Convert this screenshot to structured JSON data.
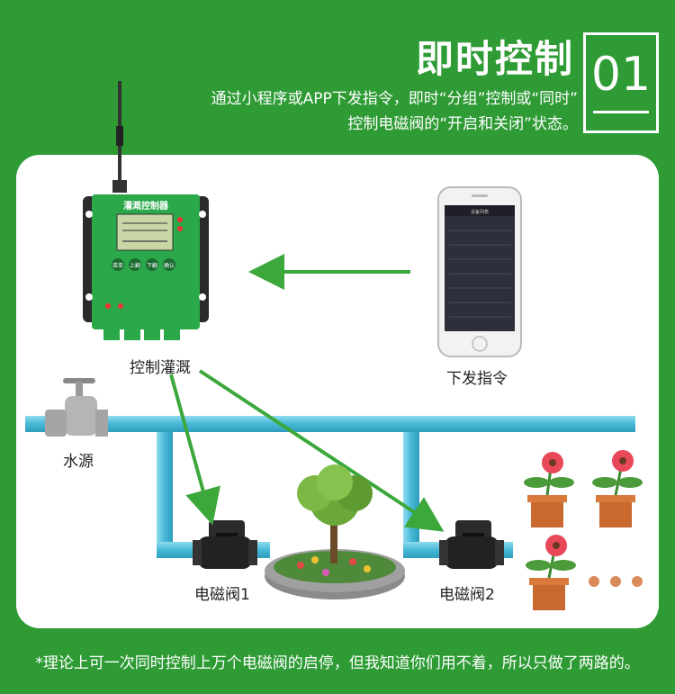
{
  "header": {
    "title": "即时控制",
    "badge_number": "01",
    "desc_line1": "通过小程序或APP下发指令，即时“分组”控制或“同时”",
    "desc_line2": "控制电磁阀的“开启和关闭”状态。"
  },
  "controller": {
    "name": "灌溉控制器",
    "buttons": [
      "菜单",
      "上翻",
      "下翻",
      "确认"
    ],
    "label": "控制灌溉"
  },
  "phone": {
    "label": "下发指令",
    "screen_title": "设备列表"
  },
  "water_source_label": "水源",
  "valves": [
    "电磁阀1",
    "电磁阀2"
  ],
  "footer_note": "*理论上可一次同时控制上万个电磁阀的启停，但我知道你们用不着，所以只做了两路的。",
  "colors": {
    "background": "#2e9b35",
    "pipe": "#5cc6e0",
    "arrow": "#3ca83c",
    "controller_green": "#2aa84a"
  }
}
